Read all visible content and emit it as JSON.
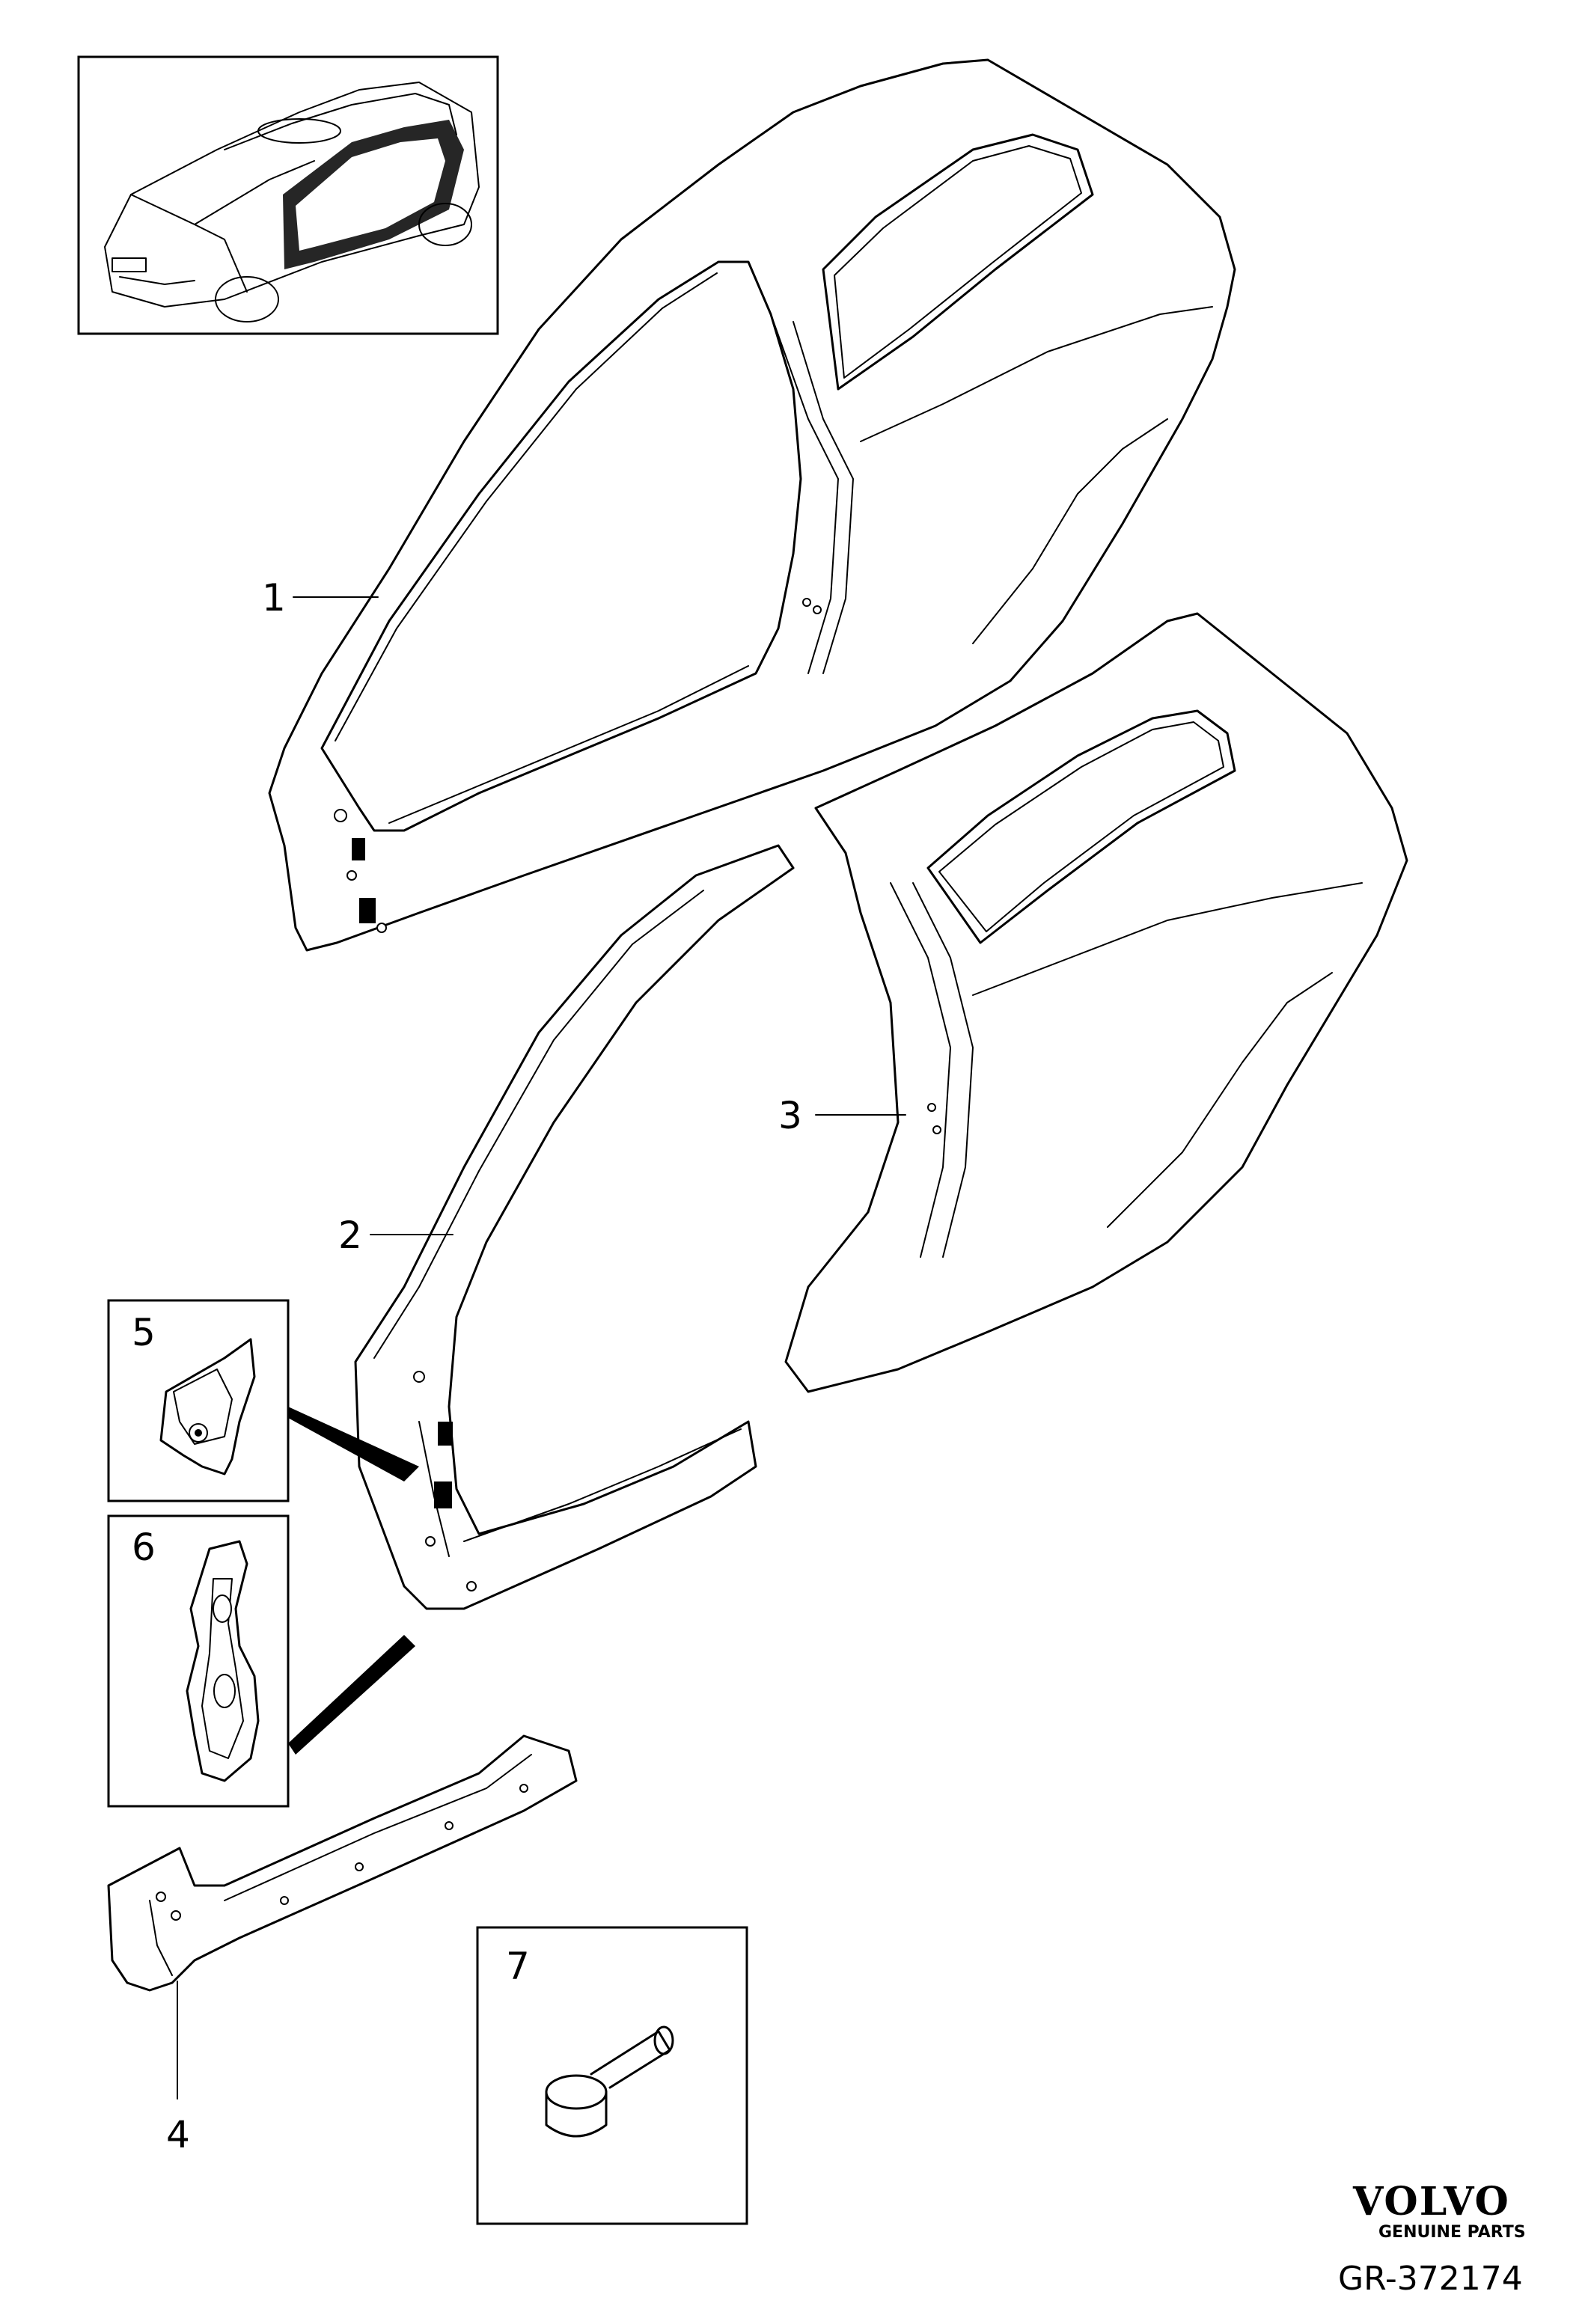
{
  "callouts": {
    "part_1": "1",
    "part_2": "2",
    "part_3": "3",
    "part_4": "4",
    "part_5": "5",
    "part_6": "6",
    "part_7": "7"
  },
  "brand": {
    "name": "VOLVO",
    "tagline": "GENUINE PARTS"
  },
  "drawing_code": "GR-372174",
  "colors": {
    "line": "#000000",
    "background": "#ffffff"
  }
}
